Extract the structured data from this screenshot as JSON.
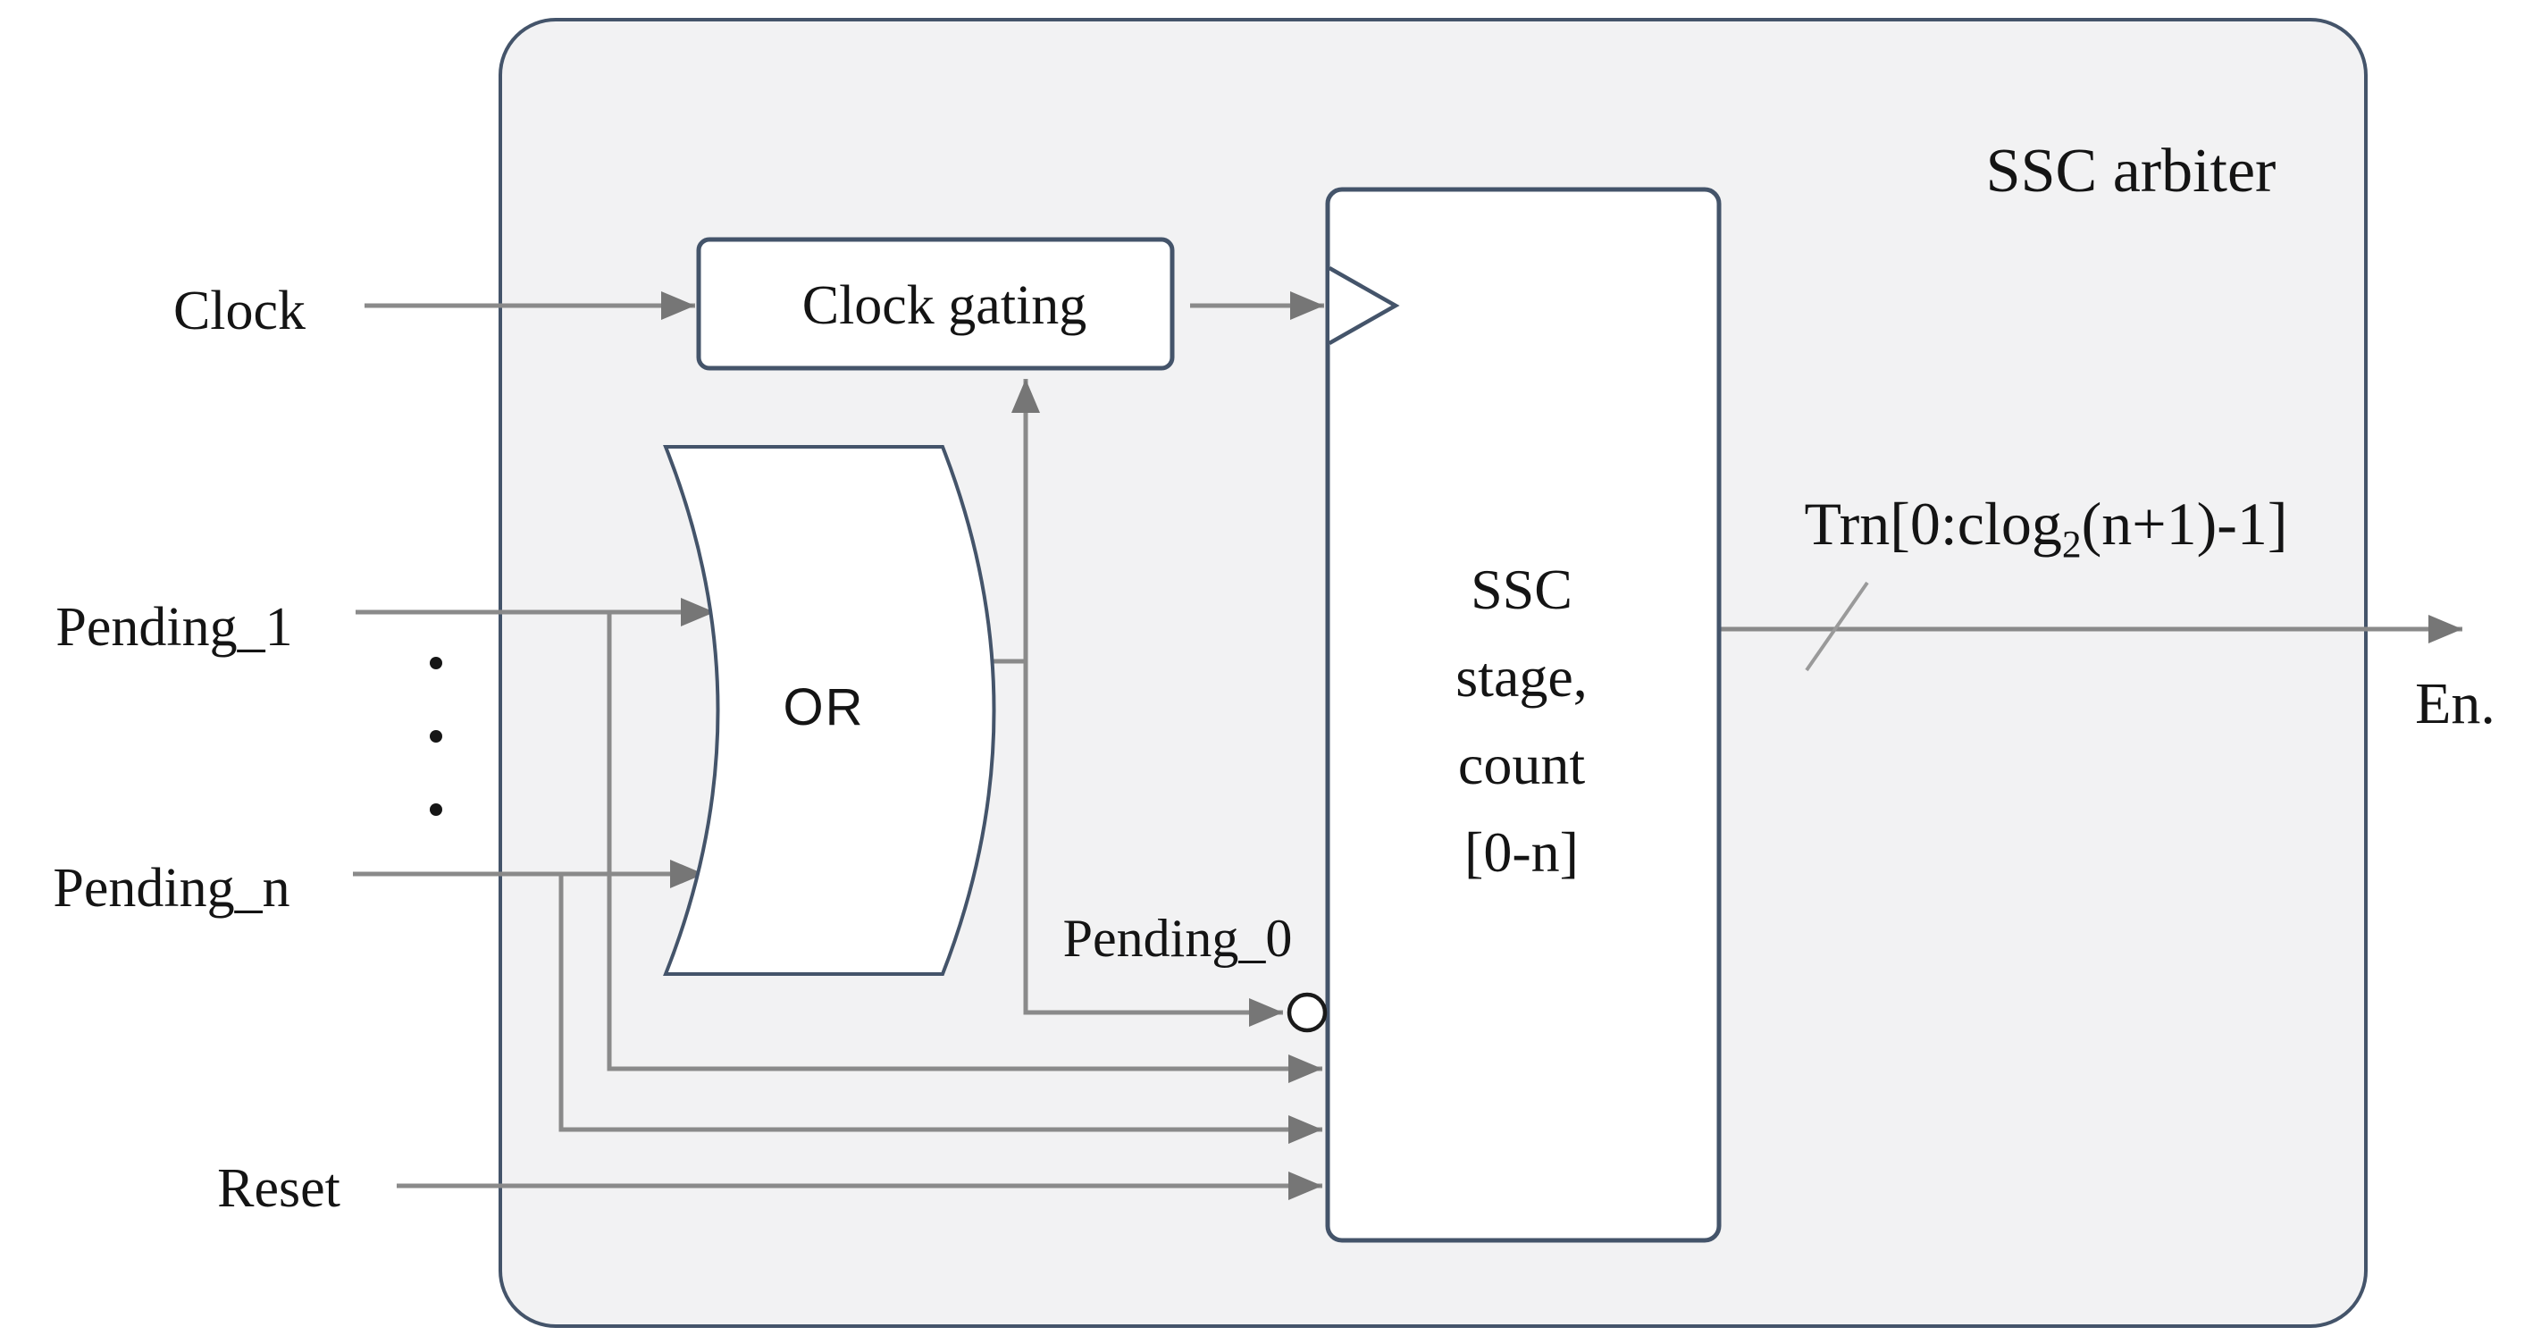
{
  "diagram": {
    "title": "SSC arbiter",
    "inputs": {
      "clock": "Clock",
      "pending_1": "Pending_1",
      "pending_n": "Pending_n",
      "reset": "Reset"
    },
    "blocks": {
      "clock_gating": "Clock gating",
      "or_gate": "OR",
      "ssc_stage": {
        "lines": [
          "SSC",
          "stage,",
          "count",
          "[0-n]"
        ]
      }
    },
    "signals": {
      "pending_0": "Pending_0",
      "trn_prefix": "Trn[0:clog",
      "trn_sub": "2",
      "trn_suffix": "(n+1)-1]",
      "enable": "En."
    },
    "colors": {
      "outline": "#44546a",
      "wire": "#8a8a8a",
      "arrow": "#767676",
      "panel": "#f2f2f3",
      "block": "#ffffff",
      "ink": "#141414"
    }
  }
}
